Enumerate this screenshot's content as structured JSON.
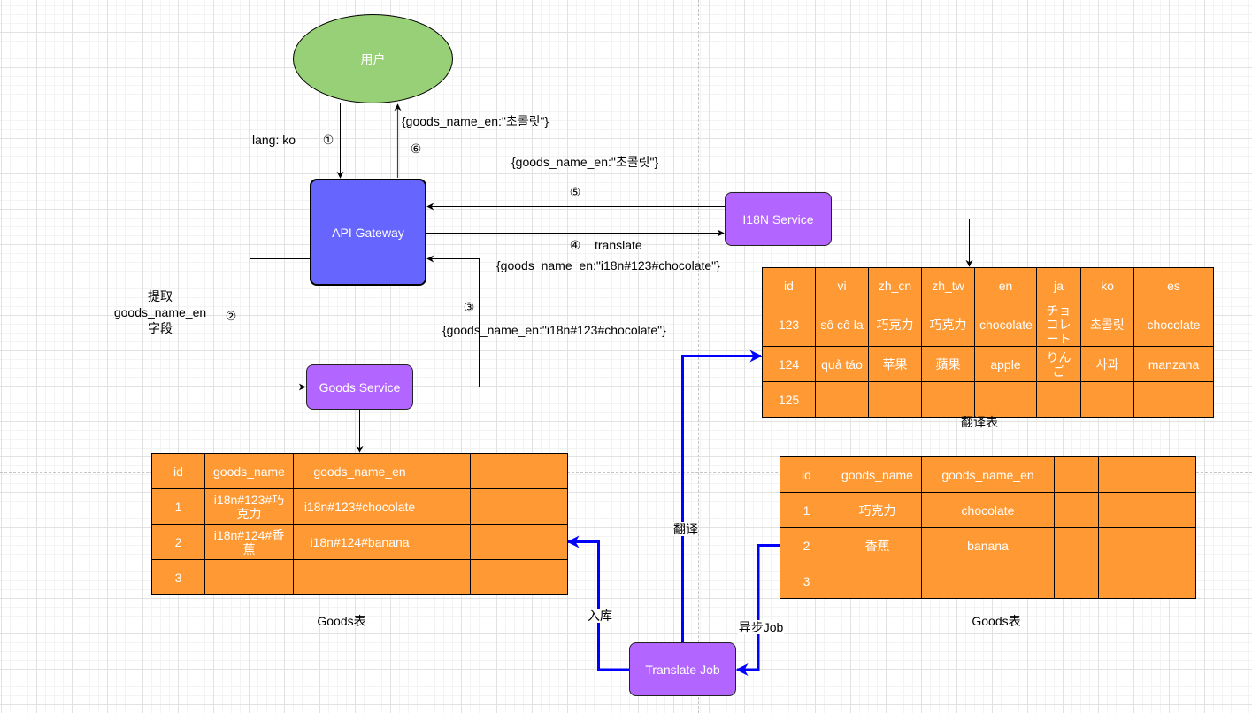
{
  "colors": {
    "table_fill": "#FF9933",
    "edge_default": "#000000",
    "edge_async": "#0000FF",
    "label_text": "#000000",
    "shape_text": "#FFFFFF"
  },
  "nodes": {
    "user": {
      "label": "用户",
      "fill": "#97D077"
    },
    "api_gateway": {
      "label": "API Gateway",
      "fill": "#6666FF"
    },
    "goods_service": {
      "label": "Goods Service",
      "fill": "#B266FF"
    },
    "i18n_service": {
      "label": "I18N Service",
      "fill": "#B266FF"
    },
    "translate_job": {
      "label": "Translate Job",
      "fill": "#B266FF"
    }
  },
  "edges": [
    {
      "from": "user",
      "to": "api_gateway",
      "step": "①",
      "label": "lang: ko",
      "color": "#000000"
    },
    {
      "from": "api_gateway",
      "to": "goods_service",
      "step": "②",
      "label_lines": [
        "提取",
        "goods_name_en",
        "字段"
      ],
      "color": "#000000"
    },
    {
      "from": "goods_service",
      "to": "api_gateway",
      "step": "③",
      "label": "{goods_name_en:\"i18n#123#chocolate\"}",
      "color": "#000000"
    },
    {
      "from": "api_gateway",
      "to": "i18n_service",
      "step": "④",
      "label": "translate",
      "payload": "{goods_name_en:\"i18n#123#chocolate\"}",
      "color": "#000000"
    },
    {
      "from": "i18n_service",
      "to": "api_gateway",
      "step": "⑤",
      "label": "{goods_name_en:\"초콜릿\"}",
      "color": "#000000"
    },
    {
      "from": "api_gateway",
      "to": "user",
      "step": "⑥",
      "label": "{goods_name_en:\"초콜릿\"}",
      "color": "#444444"
    },
    {
      "from": "goods_service",
      "to": "goods_table_stored",
      "color": "#000000"
    },
    {
      "from": "i18n_service",
      "to": "translation_table",
      "color": "#000000"
    },
    {
      "from": "translate_job",
      "to": "translation_table",
      "label": "翻译",
      "color": "#0000FF"
    },
    {
      "from": "translate_job",
      "to": "goods_table_stored",
      "label": "入库",
      "color": "#0000FF"
    },
    {
      "from": "goods_table_source",
      "to": "translate_job",
      "label": "异步Job",
      "color": "#0000FF"
    }
  ],
  "tables": {
    "translation": {
      "caption": "翻译表",
      "headers": [
        "id",
        "vi",
        "zh_cn",
        "zh_tw",
        "en",
        "ja",
        "ko",
        "es"
      ],
      "rows": [
        [
          "123",
          "sô cô la",
          "巧克力",
          "巧克力",
          "chocolate",
          "チョコレート",
          "초콜릿",
          "chocolate"
        ],
        [
          "124",
          "quả táo",
          "苹果",
          "蘋果",
          "apple",
          "りんご",
          "사과",
          "manzana"
        ],
        [
          "125",
          "",
          "",
          "",
          "",
          "",
          "",
          ""
        ]
      ]
    },
    "goods_stored": {
      "caption": "Goods表",
      "headers": [
        "id",
        "goods_name",
        "goods_name_en",
        "",
        ""
      ],
      "rows": [
        [
          "1",
          "i18n#123#巧克力",
          "i18n#123#chocolate",
          "",
          ""
        ],
        [
          "2",
          "i18n#124#香蕉",
          "i18n#124#banana",
          "",
          ""
        ],
        [
          "3",
          "",
          "",
          "",
          ""
        ]
      ]
    },
    "goods_source": {
      "caption": "Goods表",
      "headers": [
        "id",
        "goods_name",
        "goods_name_en",
        "",
        ""
      ],
      "rows": [
        [
          "1",
          "巧克力",
          "chocolate",
          "",
          ""
        ],
        [
          "2",
          "香蕉",
          "banana",
          "",
          ""
        ],
        [
          "3",
          "",
          "",
          "",
          ""
        ]
      ]
    }
  }
}
